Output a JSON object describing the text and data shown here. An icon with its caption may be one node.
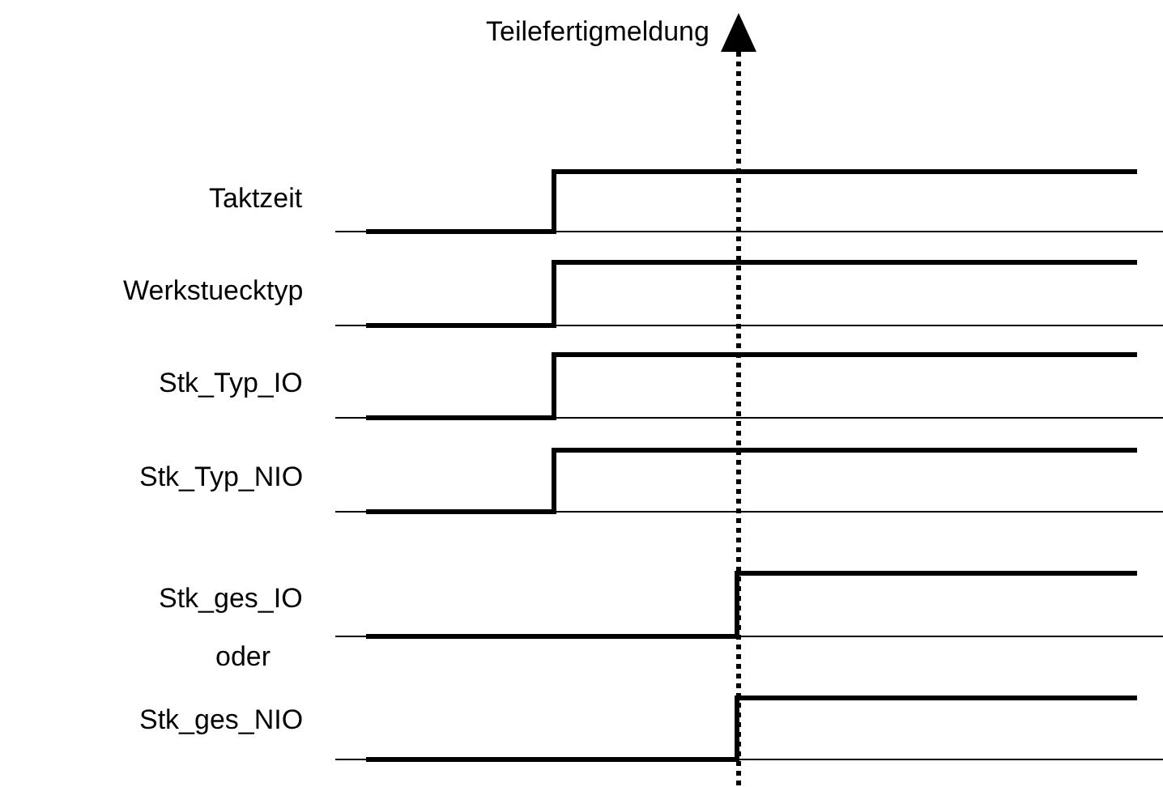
{
  "diagram": {
    "labels": [
      "Teilefertigmeldung",
      "Taktzeit",
      "Werkstuecktyp",
      "Stk_Typ_IO",
      "Stk_Typ_NIO",
      "Stk_ges_IO",
      "oder",
      "Stk_ges_NIO"
    ]
  }
}
